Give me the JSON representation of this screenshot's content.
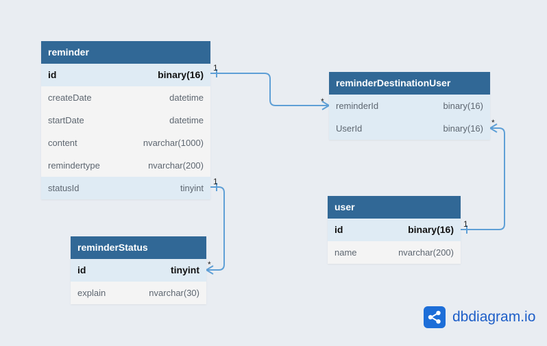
{
  "tables": {
    "reminder": {
      "name": "reminder",
      "columns": [
        {
          "name": "id",
          "type": "binary(16)"
        },
        {
          "name": "createDate",
          "type": "datetime"
        },
        {
          "name": "startDate",
          "type": "datetime"
        },
        {
          "name": "content",
          "type": "nvarchar(1000)"
        },
        {
          "name": "remindertype",
          "type": "nvarchar(200)"
        },
        {
          "name": "statusId",
          "type": "tinyint"
        }
      ]
    },
    "reminderDestinationUser": {
      "name": "reminderDestinationUser",
      "columns": [
        {
          "name": "reminderId",
          "type": "binary(16)"
        },
        {
          "name": "UserId",
          "type": "binary(16)"
        }
      ]
    },
    "user": {
      "name": "user",
      "columns": [
        {
          "name": "id",
          "type": "binary(16)"
        },
        {
          "name": "name",
          "type": "nvarchar(200)"
        }
      ]
    },
    "reminderStatus": {
      "name": "reminderStatus",
      "columns": [
        {
          "name": "id",
          "type": "tinyint"
        },
        {
          "name": "explain",
          "type": "nvarchar(30)"
        }
      ]
    }
  },
  "relationships": [
    {
      "from": "reminder.id",
      "to": "reminderDestinationUser.reminderId",
      "from_card": "1",
      "to_card": "*"
    },
    {
      "from": "user.id",
      "to": "reminderDestinationUser.UserId",
      "from_card": "1",
      "to_card": "*"
    },
    {
      "from": "reminder.statusId",
      "to": "reminderStatus.id",
      "from_card": "1",
      "to_card": "*"
    }
  ],
  "branding": {
    "logo_text": "dbdiagram.io",
    "logo_icon": "share-icon"
  },
  "colors": {
    "background": "#e9edf2",
    "header": "#316896",
    "highlight_row": "#dfebf4",
    "connector": "#5e9fd6",
    "brand": "#1d6ed8"
  }
}
